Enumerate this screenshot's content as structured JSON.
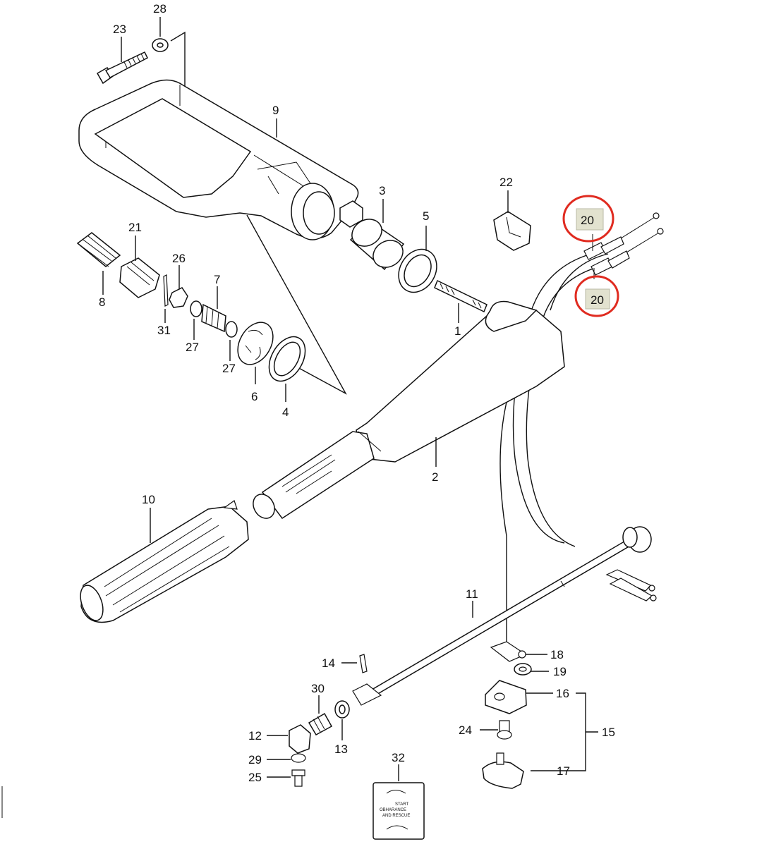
{
  "diagram": {
    "callouts": [
      {
        "id": "c28",
        "text": "28"
      },
      {
        "id": "c23",
        "text": "23"
      },
      {
        "id": "c9",
        "text": "9"
      },
      {
        "id": "c3",
        "text": "3"
      },
      {
        "id": "c5",
        "text": "5"
      },
      {
        "id": "c22",
        "text": "22"
      },
      {
        "id": "c21",
        "text": "21"
      },
      {
        "id": "c26",
        "text": "26"
      },
      {
        "id": "c7",
        "text": "7"
      },
      {
        "id": "c8",
        "text": "8"
      },
      {
        "id": "c31",
        "text": "31"
      },
      {
        "id": "c27a",
        "text": "27"
      },
      {
        "id": "c27b",
        "text": "27"
      },
      {
        "id": "c6",
        "text": "6"
      },
      {
        "id": "c4",
        "text": "4"
      },
      {
        "id": "c1",
        "text": "1"
      },
      {
        "id": "c2",
        "text": "2"
      },
      {
        "id": "c10",
        "text": "10"
      },
      {
        "id": "c11",
        "text": "11"
      },
      {
        "id": "c18",
        "text": "18"
      },
      {
        "id": "c19",
        "text": "19"
      },
      {
        "id": "c14",
        "text": "14"
      },
      {
        "id": "c30",
        "text": "30"
      },
      {
        "id": "c16",
        "text": "16"
      },
      {
        "id": "c15",
        "text": "15"
      },
      {
        "id": "c12",
        "text": "12"
      },
      {
        "id": "c13",
        "text": "13"
      },
      {
        "id": "c24",
        "text": "24"
      },
      {
        "id": "c29",
        "text": "29"
      },
      {
        "id": "c25",
        "text": "25"
      },
      {
        "id": "c32",
        "text": "32"
      },
      {
        "id": "c17",
        "text": "17"
      }
    ],
    "highlighted": [
      {
        "id": "h20a",
        "text": "20"
      },
      {
        "id": "h20b",
        "text": "20"
      }
    ],
    "decal_text": {
      "line1": "START",
      "line2": "OBHARANCE",
      "line3": "AND RESCUE"
    },
    "highlight_color": "#e02b20"
  }
}
